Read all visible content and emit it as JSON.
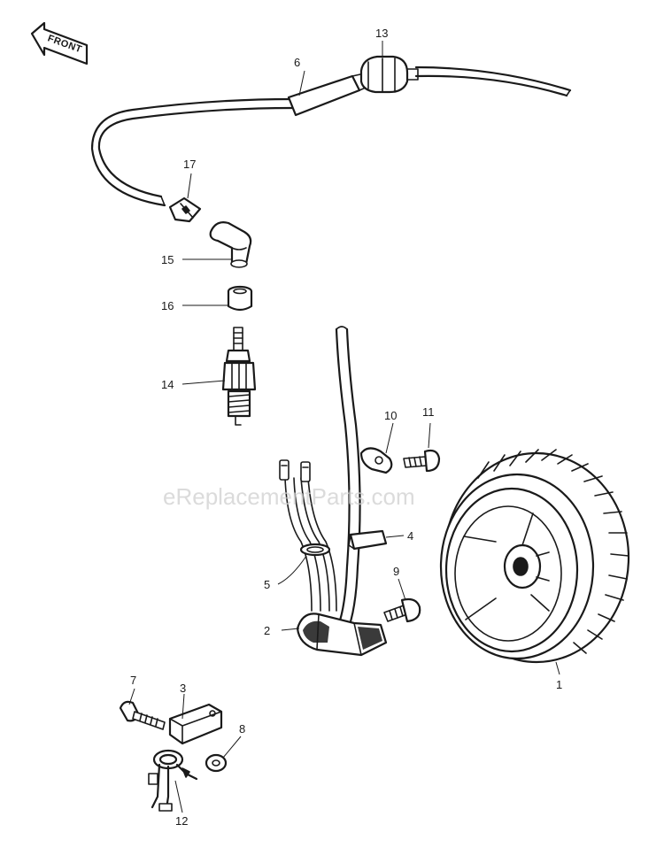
{
  "front_arrow_text": "FRONT",
  "watermark": "eReplacementParts.com",
  "callouts": {
    "c1": "1",
    "c2": "2",
    "c3": "3",
    "c4": "4",
    "c5": "5",
    "c6": "6",
    "c7": "7",
    "c8": "8",
    "c9": "9",
    "c10": "10",
    "c11": "11",
    "c12": "12",
    "c13": "13",
    "c14": "14",
    "c15": "15",
    "c16": "16",
    "c17": "17"
  }
}
